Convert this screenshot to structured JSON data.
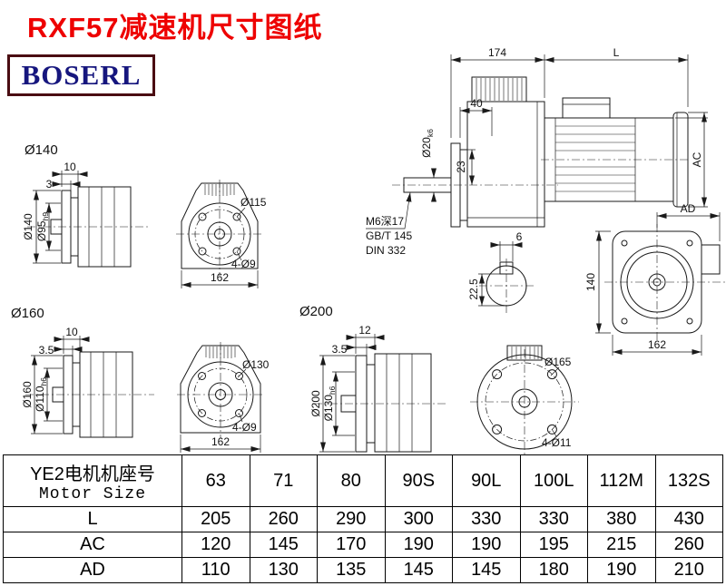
{
  "page": {
    "title": "RXF57减速机尺寸图纸",
    "logo": "BOSERL"
  },
  "colors": {
    "title": "#ee0000",
    "logo_text": "#16167e",
    "logo_border": "#4a0d12",
    "line": "#1a1a1a"
  },
  "views": {
    "unit140": {
      "label": "Ø140",
      "dim_flange_width": "10",
      "dim_step": "3",
      "dim_outer": "Ø140",
      "dim_spigot": "Ø95",
      "dim_spigot_tol": "h9",
      "front_bolt_circle": "Ø115",
      "front_holes": "4-Ø9",
      "front_width": "162"
    },
    "unit160": {
      "label": "Ø160",
      "dim_flange_width": "10",
      "dim_step": "3.5",
      "dim_outer": "Ø160",
      "dim_spigot": "Ø110",
      "dim_spigot_tol": "h6",
      "front_bolt_circle": "Ø130",
      "front_holes": "4-Ø9",
      "front_width": "162"
    },
    "unit200": {
      "label": "Ø200",
      "dim_flange_width": "12",
      "dim_step": "3.5",
      "dim_outer": "Ø200",
      "dim_spigot": "Ø130",
      "dim_spigot_tol": "h6",
      "front_bolt_circle": "Ø165",
      "front_holes": "4-Ø11"
    },
    "main": {
      "dim_gear_length": "174",
      "dim_motor_length": "L",
      "dim_shaft_len": "40",
      "dim_shaft_dia": "Ø20",
      "dim_shaft_dia_tol": "k6",
      "dim_flange_offset": "23",
      "dim_motor_dia": "AC",
      "note1": "M6深17",
      "note2": "GB/T 145",
      "note3": "DIN 332"
    },
    "section": {
      "dim_key_width": "6",
      "dim_key_depth": "22.5"
    },
    "rear": {
      "dim_ad": "AD",
      "dim_height": "140",
      "dim_width": "162"
    }
  },
  "table": {
    "row_header_cn": "YE2电机机座号",
    "row_header_en": "Motor Size",
    "columns": [
      "63",
      "71",
      "80",
      "90S",
      "90L",
      "100L",
      "112M",
      "132S"
    ],
    "rows": [
      {
        "label": "L",
        "values": [
          "205",
          "260",
          "290",
          "300",
          "330",
          "330",
          "380",
          "430"
        ]
      },
      {
        "label": "AC",
        "values": [
          "120",
          "145",
          "170",
          "190",
          "190",
          "195",
          "215",
          "260"
        ]
      },
      {
        "label": "AD",
        "values": [
          "110",
          "130",
          "135",
          "145",
          "145",
          "180",
          "190",
          "210"
        ]
      }
    ]
  }
}
